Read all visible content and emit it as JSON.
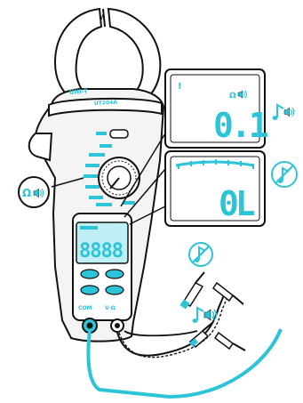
{
  "colors": {
    "accent": "#2ec4d8",
    "ink": "#111111",
    "paper": "#ffffff",
    "body": "#f4f4f4"
  },
  "meter": {
    "brand": "UNI-T",
    "model": "UT204A",
    "main_display": "8888",
    "port_labels": [
      "COM",
      "V·Ω"
    ]
  },
  "callout_top": {
    "reading": "0.1",
    "mode_icons": [
      "ohm-icon",
      "beep-icon"
    ],
    "marker": "!",
    "sound": "beep-icon"
  },
  "callout_bottom": {
    "reading": "0L",
    "sound": "no-beep-icon"
  },
  "dial_callout": {
    "icons": [
      "ohm-icon",
      "beep-icon"
    ]
  },
  "probe_labels": {
    "open_circuit": "no-beep-icon",
    "short_circuit": "beep-icon"
  }
}
